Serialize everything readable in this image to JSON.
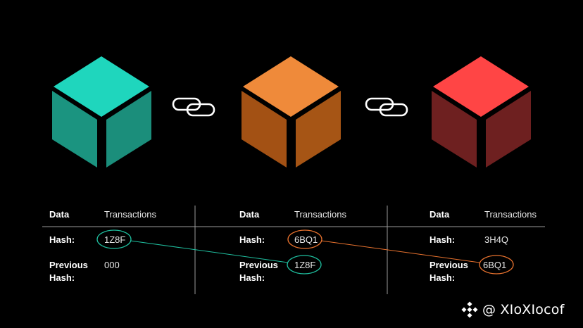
{
  "blocks": [
    {
      "color_top": "#1fd6bd",
      "color_left": "#1b9480",
      "color_right": "#1b8e7b",
      "data_label": "Data",
      "data_value": "Transactions",
      "hash_label": "Hash:",
      "hash_value": "1Z8F",
      "prev_label_1": "Previous",
      "prev_label_2": "Hash:",
      "prev_value": "000"
    },
    {
      "color_top": "#ef8a3a",
      "color_left": "#a35114",
      "color_right": "#a65515",
      "data_label": "Data",
      "data_value": "Transactions",
      "hash_label": "Hash:",
      "hash_value": "6BQ1",
      "prev_label_1": "Previous",
      "prev_label_2": "Hash:",
      "prev_value": "1Z8F"
    },
    {
      "color_top": "#ff4545",
      "color_left": "#6e2020",
      "color_right": "#6e2020",
      "data_label": "Data",
      "data_value": "Transactions",
      "hash_label": "Hash:",
      "hash_value": "3H4Q",
      "prev_label_1": "Previous",
      "prev_label_2": "Hash:",
      "prev_value": "6BQ1"
    }
  ],
  "colors": {
    "teal_link": "#1fbf9f",
    "orange_link": "#e8722e",
    "chain": "#ffffff",
    "divider": "#9a9a9a"
  },
  "icons": [
    "chain-link-icon",
    "binance-logo-icon"
  ],
  "watermark": {
    "text": "@ XIoXIocof"
  }
}
